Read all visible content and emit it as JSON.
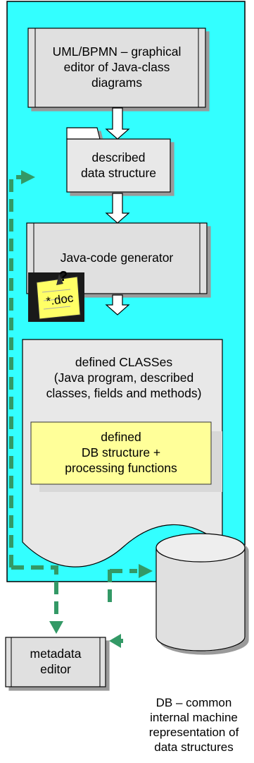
{
  "nodes": {
    "uml_editor": {
      "text": "UML/BPMN – graphical\neditor of Java-class\ndiagrams"
    },
    "data_structure": {
      "text": "described\ndata structure"
    },
    "code_generator": {
      "text": "Java-code generator"
    },
    "doc_note": {
      "text": "*.doc",
      "mark": "?"
    },
    "defined_classes": {
      "text": "defined CLASSes\n(Java program, described\nclasses, fields and methods)"
    },
    "db_structure": {
      "text": "defined\nDB structure  +\nprocessing functions"
    },
    "metadata_editor": {
      "text": "metadata\neditor"
    },
    "database": {
      "text": "DB – common\ninternal machine\nrepresentation of\ndata structures"
    }
  },
  "colors": {
    "panel": "#33ffff",
    "process_box": "#e0e0e0",
    "note": "#ffff99",
    "arrow_dashed": "#339966",
    "doc_icon_bg": "#1a1a1a",
    "doc_icon_paper": "#ffff66"
  }
}
